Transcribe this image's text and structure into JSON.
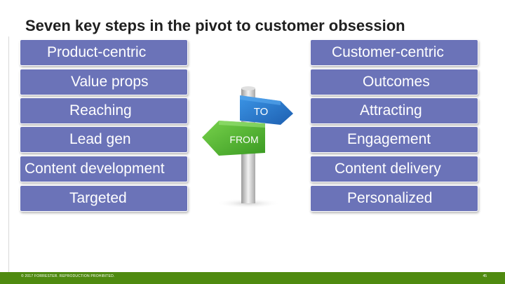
{
  "slide": {
    "title": "Seven key steps in the pivot to customer obsession",
    "left_header": "Product-centric",
    "right_header": "Customer-centric",
    "left_items": [
      "Value props",
      "Reaching",
      "Lead gen",
      "Content development",
      "Targeted"
    ],
    "right_items": [
      "Outcomes",
      "Attracting",
      "Engagement",
      "Content delivery",
      "Personalized"
    ],
    "signpost": {
      "to_label": "TO",
      "from_label": "FROM"
    },
    "footer": {
      "copyright": "© 2017 FORRESTER. REPRODUCTION PROHIBITED.",
      "page_number": "45"
    }
  },
  "colors": {
    "box": "#6b73b8",
    "footer": "#4f8a10",
    "to_sign": "#2a7fd0",
    "from_sign": "#5cbf3a"
  }
}
